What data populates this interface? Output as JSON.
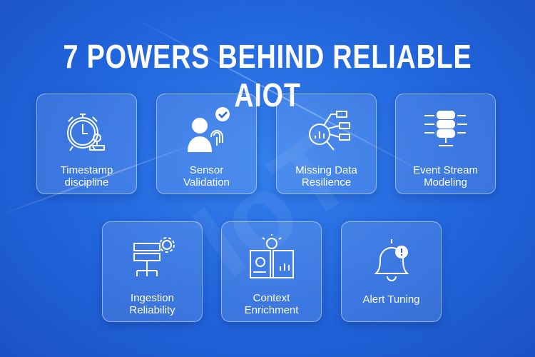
{
  "title": "7 POWERS BEHIND RELIABLE AIOT",
  "cards": [
    {
      "line1": "Timestamp",
      "line2": "discipline",
      "icon": "stopwatch-stamp-icon"
    },
    {
      "line1": "Sensor",
      "line2": "Validation",
      "icon": "user-fingerprint-check-icon"
    },
    {
      "line1": "Missing Data",
      "line2": "Resilience",
      "icon": "magnifier-chart-icon"
    },
    {
      "line1": "Event Stream",
      "line2": "Modeling",
      "icon": "database-monitor-icon"
    },
    {
      "line1": "Ingestion",
      "line2": "Reliability",
      "icon": "server-gear-icon"
    },
    {
      "line1": "Context",
      "line2": "Enrichment",
      "icon": "book-lightbulb-icon"
    },
    {
      "line1": "Alert Tuning",
      "line2": "",
      "icon": "bell-alert-icon"
    }
  ],
  "colors": {
    "background": "#2164dc",
    "text": "#ffffff"
  }
}
